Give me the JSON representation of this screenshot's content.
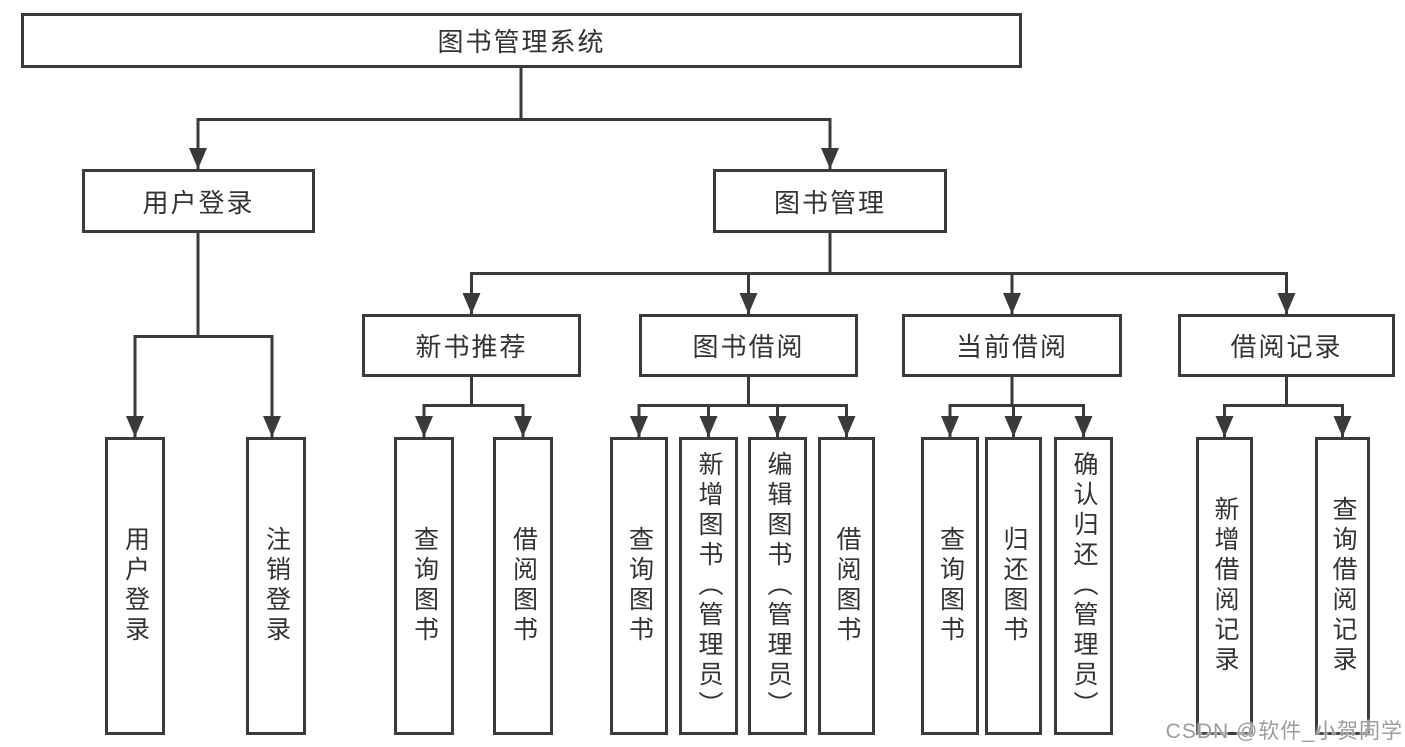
{
  "watermark": "CSDN @软件_小贺同学",
  "colors": {
    "line": "#3a3a3a",
    "text": "#333333",
    "watermark_text": "#9c9c9c",
    "background": "#ffffff"
  },
  "tree": {
    "root": "图书管理系统",
    "login": {
      "label": "用户登录",
      "children": [
        "用户登录",
        "注销登录"
      ]
    },
    "management": {
      "label": "图书管理",
      "sections": [
        {
          "label": "新书推荐",
          "children": [
            "查询图书",
            "借阅图书"
          ]
        },
        {
          "label": "图书借阅",
          "children": [
            "查询图书",
            "新增图书（管理员）",
            "编辑图书（管理员）",
            "借阅图书"
          ]
        },
        {
          "label": "当前借阅",
          "children": [
            "查询图书",
            "归还图书",
            "确认归还（管理员）"
          ]
        },
        {
          "label": "借阅记录",
          "children": [
            "新增借阅记录",
            "查询借阅记录"
          ]
        }
      ]
    }
  }
}
